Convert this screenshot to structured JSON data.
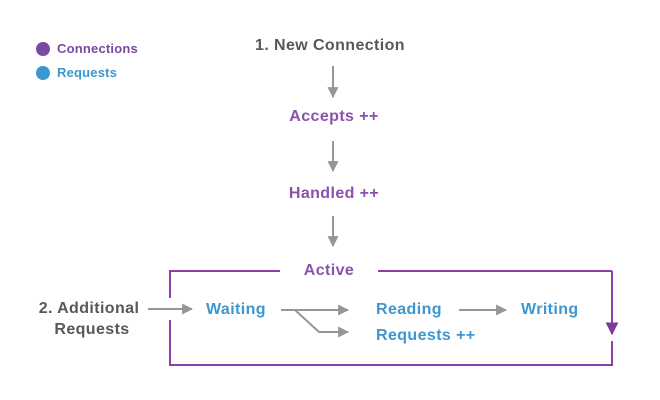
{
  "legend": {
    "items": [
      {
        "label": "Connections",
        "color": "#7A4AA3"
      },
      {
        "label": "Requests",
        "color": "#3D97CF"
      }
    ]
  },
  "flow": {
    "new_connection": "1. New Connection",
    "accepts": "Accepts ++",
    "handled": "Handled ++",
    "active": "Active"
  },
  "box": {
    "additional_requests_line1": "2. Additional",
    "additional_requests_line2": "Requests",
    "waiting": "Waiting",
    "reading": "Reading",
    "writing": "Writing",
    "requests_increment": "Requests ++"
  },
  "colors": {
    "connections_purple": "#7A4AA3",
    "requests_blue": "#3D97CF",
    "flow_text_purple": "#8B51AF",
    "label_gray": "#58585B",
    "arrow_gray": "#95969A",
    "box_border_purple": "#8940AC",
    "box_arrowhead_purple": "#7C3A9D",
    "background": "#FFFFFF"
  }
}
